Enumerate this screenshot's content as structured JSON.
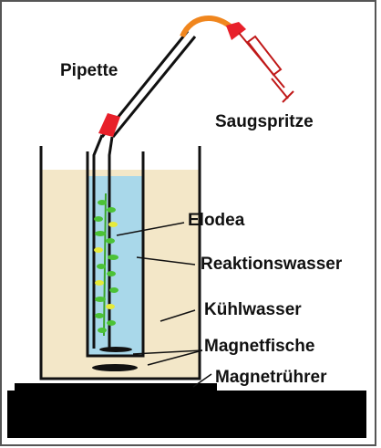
{
  "labels": {
    "pipette": "Pipette",
    "syringe": "Saugspritze",
    "plant": "Elodea",
    "reaction_water": "Reaktionswasser",
    "cooling_water": "Kühlwasser",
    "stir_bars": "Magnetfische",
    "stirrer": "Magnetrührer"
  },
  "colors": {
    "frame": "#555555",
    "cooling_water": "#f3e7c8",
    "reaction_water": "#a9d8ea",
    "pipette_tip": "#e8202a",
    "tubing": "#f0861e",
    "syringe": "#e8202a",
    "leaves": "#4cc236",
    "leaf_yellow": "#e6ea3a",
    "stirrer_base": "#000000"
  }
}
